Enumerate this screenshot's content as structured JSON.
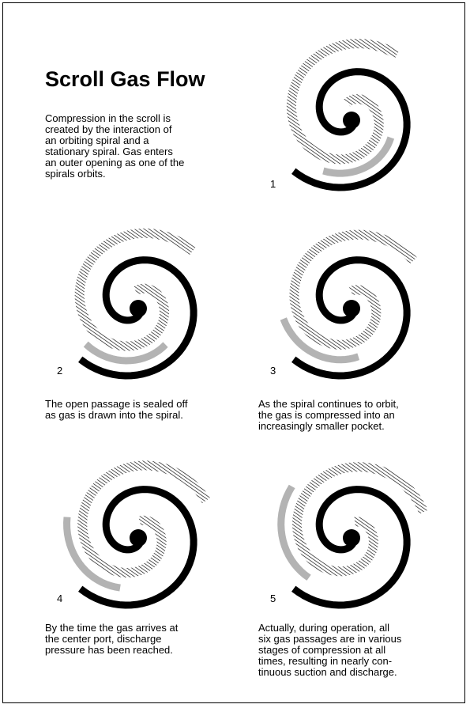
{
  "page": {
    "title": "Scroll Gas Flow",
    "intro_lines": [
      "Compression in the scroll is",
      "created by the interaction of",
      "an orbiting spiral and a",
      "stationary spiral. Gas enters",
      "an outer opening as one of the",
      "spirals orbits."
    ]
  },
  "panels": [
    {
      "number": "1",
      "caption_lines": []
    },
    {
      "number": "2",
      "caption_lines": [
        "The open passage is sealed off",
        "as gas is drawn into the spiral."
      ]
    },
    {
      "number": "3",
      "caption_lines": [
        "As the spiral continues to orbit,",
        "the gas is compressed into an",
        "increasingly smaller pocket."
      ]
    },
    {
      "number": "4",
      "caption_lines": [
        "By the time the gas arrives at",
        "the center port, discharge",
        "pressure has been reached."
      ]
    },
    {
      "number": "5",
      "caption_lines": [
        "Actually, during operation, all",
        "six gas passages are in various",
        "stages of compression at all",
        "times, resulting in nearly con-",
        "tinuous suction and discharge."
      ]
    }
  ],
  "colors": {
    "spiral_black": "#000000",
    "hatch": "#000000",
    "gas_gray": "#b3b3b3",
    "background": "#ffffff"
  }
}
